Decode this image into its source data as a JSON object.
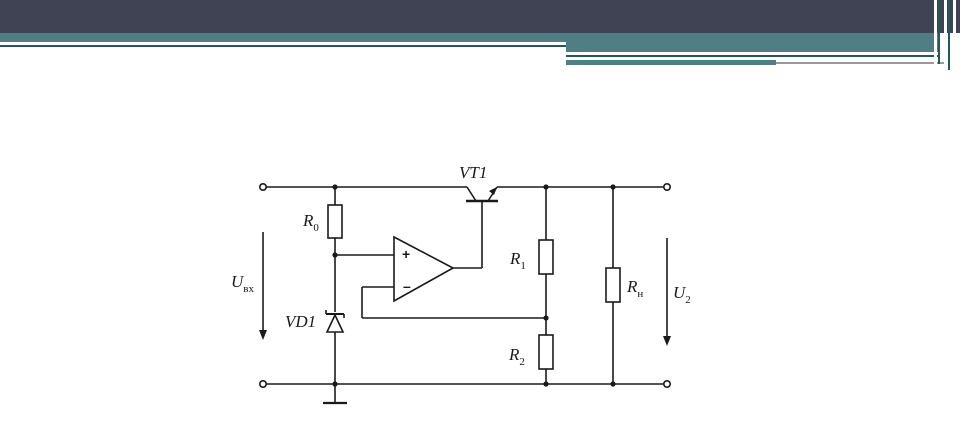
{
  "slide": {
    "header_color": "#3f4353",
    "accent_teal": "#4f7f85",
    "accent_dark": "#23585e"
  },
  "circuit": {
    "labels": {
      "transistor": "VT1",
      "r0": "R",
      "r0_sub": "0",
      "r1": "R",
      "r1_sub": "1",
      "r2": "R",
      "r2_sub": "2",
      "rn": "R",
      "rn_sub": "н",
      "uin": "U",
      "uin_sub": "вх",
      "u2": "U",
      "u2_sub": "2",
      "zener": "VD1",
      "opamp_plus": "+",
      "opamp_minus": "–"
    }
  }
}
